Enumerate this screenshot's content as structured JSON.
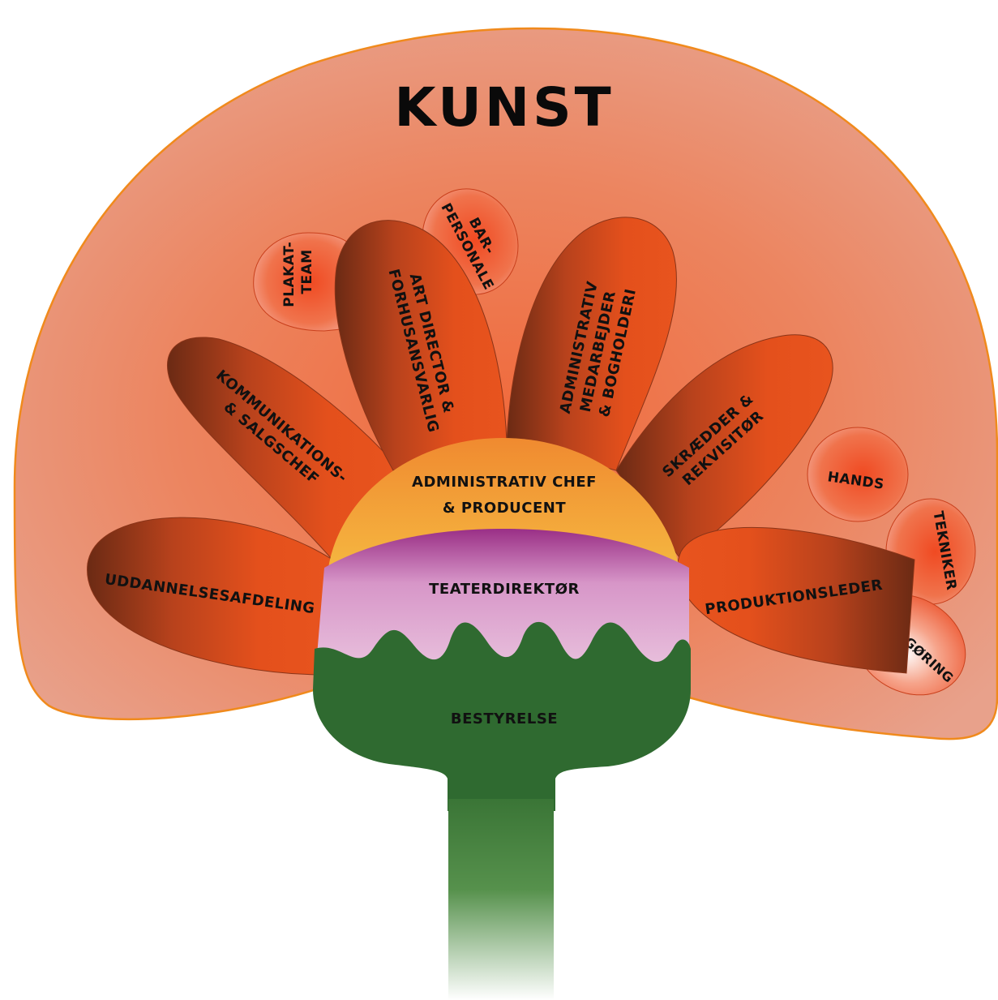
{
  "title": "KUNST",
  "center": {
    "producer": [
      "ADMINISTRATIV CHEF",
      "& PRODUCENT"
    ],
    "director": "TEATERDIREKTØR",
    "board": "BESTYRELSE"
  },
  "petals": {
    "uddannelse": [
      "UDDANNELSESAFDELING"
    ],
    "kommunikation": [
      "KOMMUNIKATIONS-",
      "& SALGSCHEF"
    ],
    "art_director": [
      "ART DIRECTOR &",
      "FORHUSANSVARLIG"
    ],
    "administrativ": [
      "ADMINISTRATIV",
      "MEDARBEJDER",
      "& BOGHOLDERI"
    ],
    "skraedder": [
      "SKRÆDDER &",
      "REKVISITØR"
    ],
    "produktion": [
      "PRODUKTIONSLEDER"
    ]
  },
  "small_petals": {
    "plakat": [
      "PLAKAT-",
      "TEAM"
    ],
    "bar": [
      "BAR-",
      "PERSONALE"
    ],
    "hands": [
      "HANDS"
    ],
    "tekniker": [
      "TEKNIKER"
    ],
    "rengoring": [
      "RENGØRING"
    ]
  },
  "colors": {
    "background": "#e89e85",
    "background_edge": "#f08a1c",
    "petal": "#e4501c",
    "petal_dark": "#6b2a14",
    "small_petal": "#f26a40",
    "producer": "#f0a030",
    "director": "#b04aa0",
    "director_light": "#e6b5d8",
    "board": "#2f6a30",
    "stem_top": "#3f7a3a",
    "stem_bottom": "#ffffff"
  }
}
